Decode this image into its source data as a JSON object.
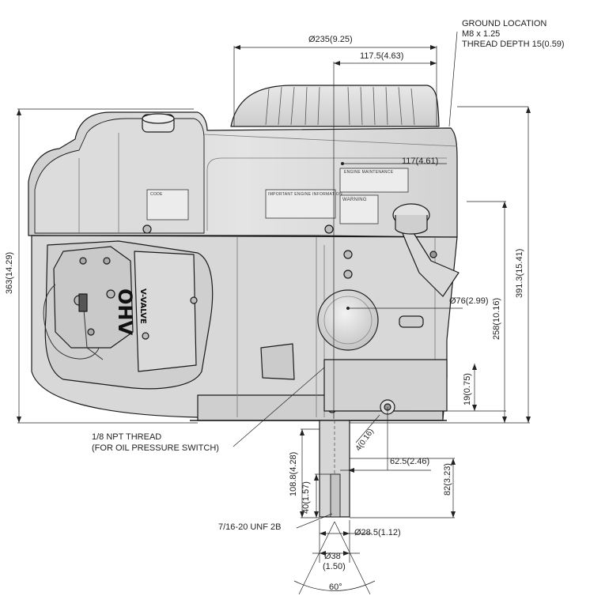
{
  "annotations": {
    "ground_location": [
      "GROUND LOCATION",
      "M8 x 1.25",
      "THREAD DEPTH 15(0.59)"
    ],
    "npt_thread": [
      "1/8 NPT THREAD",
      "(FOR OIL PRESSURE SWITCH)"
    ],
    "unf_thread": "7/16-20 UNF 2B"
  },
  "dimensions": {
    "d235": "Ø235(9.25)",
    "d117_5": "117.5(4.63)",
    "d117": "117(4.61)",
    "d76": "Ø76(2.99)",
    "d363": "363(14.29)",
    "d391_3": "391.3(15.41)",
    "d258": "258(10.16)",
    "d19": "19(0.75)",
    "d4": "4(0.16)",
    "d62_5": "62.5(2.46)",
    "d108_8": "108.8(4.28)",
    "d40": "40(1.57)",
    "d82": "82(3.23)",
    "d28_5": "Ø28.5(1.12)",
    "d38": "Ø38",
    "d38_in": "(1.50)",
    "angle": "60°"
  },
  "plates": {
    "code": "CODE",
    "engine_info": "IMPORTANT ENGINE INFORMATION",
    "maintenance": "ENGINE MAINTENANCE",
    "warning": "WARNING"
  },
  "logo": {
    "ohv": "OHV",
    "vvalve": "V-VALVE"
  }
}
